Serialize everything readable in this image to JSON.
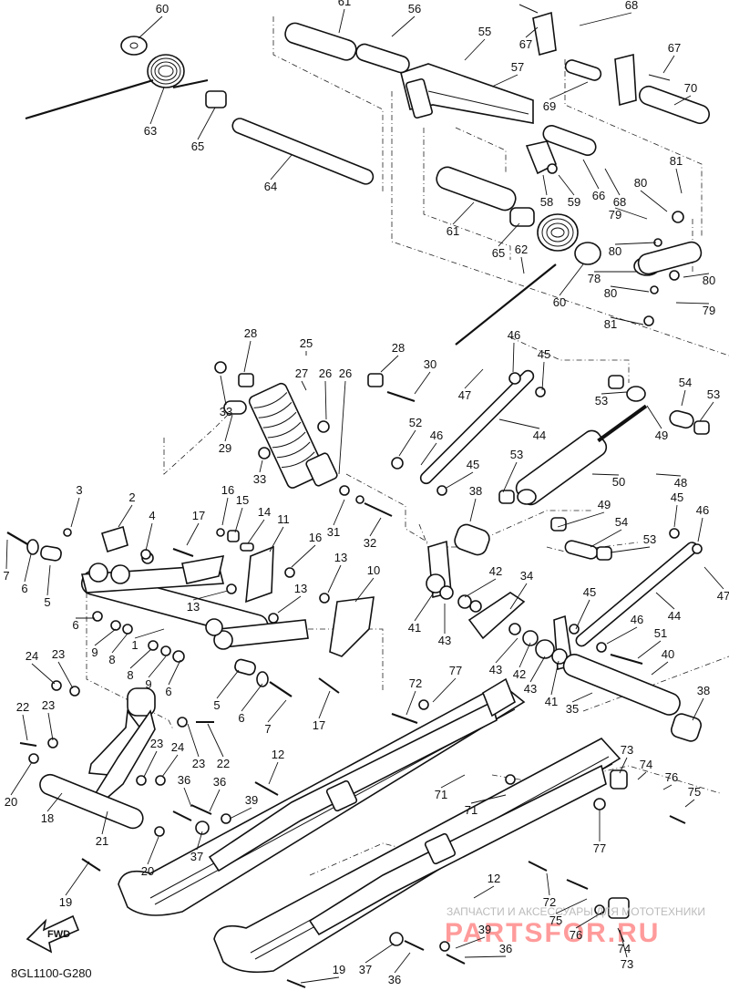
{
  "diagram": {
    "code": "8GL1100-G280",
    "fwd_label": "FWD",
    "watermark_top": "ЗАПЧАСТИ И АКСЕССУАРЫ ДЛЯ МОТОТЕХНИКИ",
    "watermark_brand": "PARTSFOR.RU",
    "callouts": [
      {
        "id": "c60a",
        "text": "60"
      },
      {
        "id": "c63",
        "text": "63"
      },
      {
        "id": "c65a",
        "text": "65"
      },
      {
        "id": "c64",
        "text": "64"
      },
      {
        "id": "c61a",
        "text": "61"
      },
      {
        "id": "c56",
        "text": "56"
      },
      {
        "id": "c55",
        "text": "55"
      },
      {
        "id": "c57",
        "text": "57"
      },
      {
        "id": "c67a",
        "text": "67"
      },
      {
        "id": "c68a",
        "text": "68"
      },
      {
        "id": "c67b",
        "text": "67"
      },
      {
        "id": "c70",
        "text": "70"
      },
      {
        "id": "c69",
        "text": "69"
      },
      {
        "id": "c58",
        "text": "58"
      },
      {
        "id": "c59",
        "text": "59"
      },
      {
        "id": "c66",
        "text": "66"
      },
      {
        "id": "c68b",
        "text": "68"
      },
      {
        "id": "c81a",
        "text": "81"
      },
      {
        "id": "c80a",
        "text": "80"
      },
      {
        "id": "c79a",
        "text": "79"
      },
      {
        "id": "c61b",
        "text": "61"
      },
      {
        "id": "c65b",
        "text": "65"
      },
      {
        "id": "c62",
        "text": "62"
      },
      {
        "id": "c80b",
        "text": "80"
      },
      {
        "id": "c78",
        "text": "78"
      },
      {
        "id": "c80c",
        "text": "80"
      },
      {
        "id": "c60b",
        "text": "60"
      },
      {
        "id": "c80d",
        "text": "80"
      },
      {
        "id": "c79b",
        "text": "79"
      },
      {
        "id": "c81b",
        "text": "81"
      },
      {
        "id": "c28a",
        "text": "28"
      },
      {
        "id": "c25",
        "text": "25"
      },
      {
        "id": "c27",
        "text": "27"
      },
      {
        "id": "c26a",
        "text": "26"
      },
      {
        "id": "c26b",
        "text": "26"
      },
      {
        "id": "c28b",
        "text": "28"
      },
      {
        "id": "c30",
        "text": "30"
      },
      {
        "id": "c46a",
        "text": "46"
      },
      {
        "id": "c45a",
        "text": "45"
      },
      {
        "id": "c47a",
        "text": "47"
      },
      {
        "id": "c54a",
        "text": "54"
      },
      {
        "id": "c53a",
        "text": "53"
      },
      {
        "id": "c53b",
        "text": "53"
      },
      {
        "id": "c33a",
        "text": "33"
      },
      {
        "id": "c29",
        "text": "29"
      },
      {
        "id": "c52",
        "text": "52"
      },
      {
        "id": "c44a",
        "text": "44"
      },
      {
        "id": "c49a",
        "text": "49"
      },
      {
        "id": "c46b",
        "text": "46"
      },
      {
        "id": "c53c",
        "text": "53"
      },
      {
        "id": "c50",
        "text": "50"
      },
      {
        "id": "c45b",
        "text": "45"
      },
      {
        "id": "c48",
        "text": "48"
      },
      {
        "id": "c33b",
        "text": "33"
      },
      {
        "id": "c38a",
        "text": "38"
      },
      {
        "id": "c49b",
        "text": "49"
      },
      {
        "id": "c3",
        "text": "3"
      },
      {
        "id": "c2",
        "text": "2"
      },
      {
        "id": "c16a",
        "text": "16"
      },
      {
        "id": "c15",
        "text": "15"
      },
      {
        "id": "c14",
        "text": "14"
      },
      {
        "id": "c11",
        "text": "11"
      },
      {
        "id": "c31",
        "text": "31"
      },
      {
        "id": "c32",
        "text": "32"
      },
      {
        "id": "c45c",
        "text": "45"
      },
      {
        "id": "c46c",
        "text": "46"
      },
      {
        "id": "c4",
        "text": "4"
      },
      {
        "id": "c17a",
        "text": "17"
      },
      {
        "id": "c54b",
        "text": "54"
      },
      {
        "id": "c53d",
        "text": "53"
      },
      {
        "id": "c7a",
        "text": "7"
      },
      {
        "id": "c6a",
        "text": "6"
      },
      {
        "id": "c5a",
        "text": "5"
      },
      {
        "id": "c16b",
        "text": "16"
      },
      {
        "id": "c13a",
        "text": "13"
      },
      {
        "id": "c10",
        "text": "10"
      },
      {
        "id": "c42a",
        "text": "42"
      },
      {
        "id": "c34",
        "text": "34"
      },
      {
        "id": "c47b",
        "text": "47"
      },
      {
        "id": "c13b",
        "text": "13"
      },
      {
        "id": "c13c",
        "text": "13"
      },
      {
        "id": "c44b",
        "text": "44"
      },
      {
        "id": "c45d",
        "text": "45"
      },
      {
        "id": "c41a",
        "text": "41"
      },
      {
        "id": "c43a",
        "text": "43"
      },
      {
        "id": "c46d",
        "text": "46"
      },
      {
        "id": "c6b",
        "text": "6"
      },
      {
        "id": "c9a",
        "text": "9"
      },
      {
        "id": "c8a",
        "text": "8"
      },
      {
        "id": "c1",
        "text": "1"
      },
      {
        "id": "c51",
        "text": "51"
      },
      {
        "id": "c24a",
        "text": "24"
      },
      {
        "id": "c23a",
        "text": "23"
      },
      {
        "id": "c43b",
        "text": "43"
      },
      {
        "id": "c42b",
        "text": "42"
      },
      {
        "id": "c8b",
        "text": "8"
      },
      {
        "id": "c9b",
        "text": "9"
      },
      {
        "id": "c6c",
        "text": "6"
      },
      {
        "id": "c72a",
        "text": "72"
      },
      {
        "id": "c77a",
        "text": "77"
      },
      {
        "id": "c43c",
        "text": "43"
      },
      {
        "id": "c40",
        "text": "40"
      },
      {
        "id": "c5b",
        "text": "5"
      },
      {
        "id": "c6d",
        "text": "6"
      },
      {
        "id": "c7b",
        "text": "7"
      },
      {
        "id": "c17b",
        "text": "17"
      },
      {
        "id": "c41b",
        "text": "41"
      },
      {
        "id": "c35",
        "text": "35"
      },
      {
        "id": "c38b",
        "text": "38"
      },
      {
        "id": "c22a",
        "text": "22"
      },
      {
        "id": "c23b",
        "text": "23"
      },
      {
        "id": "c23c",
        "text": "23"
      },
      {
        "id": "c22b",
        "text": "22"
      },
      {
        "id": "c23d",
        "text": "23"
      },
      {
        "id": "c24b",
        "text": "24"
      },
      {
        "id": "c12a",
        "text": "12"
      },
      {
        "id": "c20a",
        "text": "20"
      },
      {
        "id": "c36a",
        "text": "36"
      },
      {
        "id": "c36b",
        "text": "36"
      },
      {
        "id": "c39a",
        "text": "39"
      },
      {
        "id": "c71a",
        "text": "71"
      },
      {
        "id": "c73a",
        "text": "73"
      },
      {
        "id": "c74a",
        "text": "74"
      },
      {
        "id": "c76a",
        "text": "76"
      },
      {
        "id": "c75a",
        "text": "75"
      },
      {
        "id": "c71b",
        "text": "71"
      },
      {
        "id": "c77b",
        "text": "77"
      },
      {
        "id": "c18",
        "text": "18"
      },
      {
        "id": "c21",
        "text": "21"
      },
      {
        "id": "c37a",
        "text": "37"
      },
      {
        "id": "c20b",
        "text": "20"
      },
      {
        "id": "c19a",
        "text": "19"
      },
      {
        "id": "c12b",
        "text": "12"
      },
      {
        "id": "c72b",
        "text": "72"
      },
      {
        "id": "c75b",
        "text": "75"
      },
      {
        "id": "c76b",
        "text": "76"
      },
      {
        "id": "c39b",
        "text": "39"
      },
      {
        "id": "c74b",
        "text": "74"
      },
      {
        "id": "c36c",
        "text": "36"
      },
      {
        "id": "c73b",
        "text": "73"
      },
      {
        "id": "c19b",
        "text": "19"
      },
      {
        "id": "c37b",
        "text": "37"
      },
      {
        "id": "c36d",
        "text": "36"
      }
    ]
  }
}
